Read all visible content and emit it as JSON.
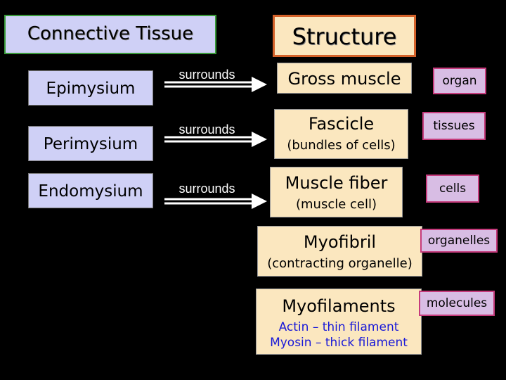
{
  "header": {
    "left": "Connective Tissue",
    "right": "Structure"
  },
  "tissues": [
    "Epimysium",
    "Perimysium",
    "Endomysium"
  ],
  "surrounds": [
    "surrounds",
    "surrounds",
    "surrounds"
  ],
  "structures": [
    {
      "main": "Gross muscle",
      "sub": ""
    },
    {
      "main": "Fascicle",
      "sub": "(bundles of cells)"
    },
    {
      "main": "Muscle fiber",
      "sub": "(muscle cell)"
    },
    {
      "main": "Myofibril",
      "sub": "(contracting organelle)"
    },
    {
      "main": "Myofilaments",
      "sub": "",
      "lines": [
        "Actin – thin filament",
        "Myosin – thick filament"
      ]
    }
  ],
  "levels": [
    "organ",
    "tissues",
    "cells",
    "organelles",
    "molecules"
  ]
}
